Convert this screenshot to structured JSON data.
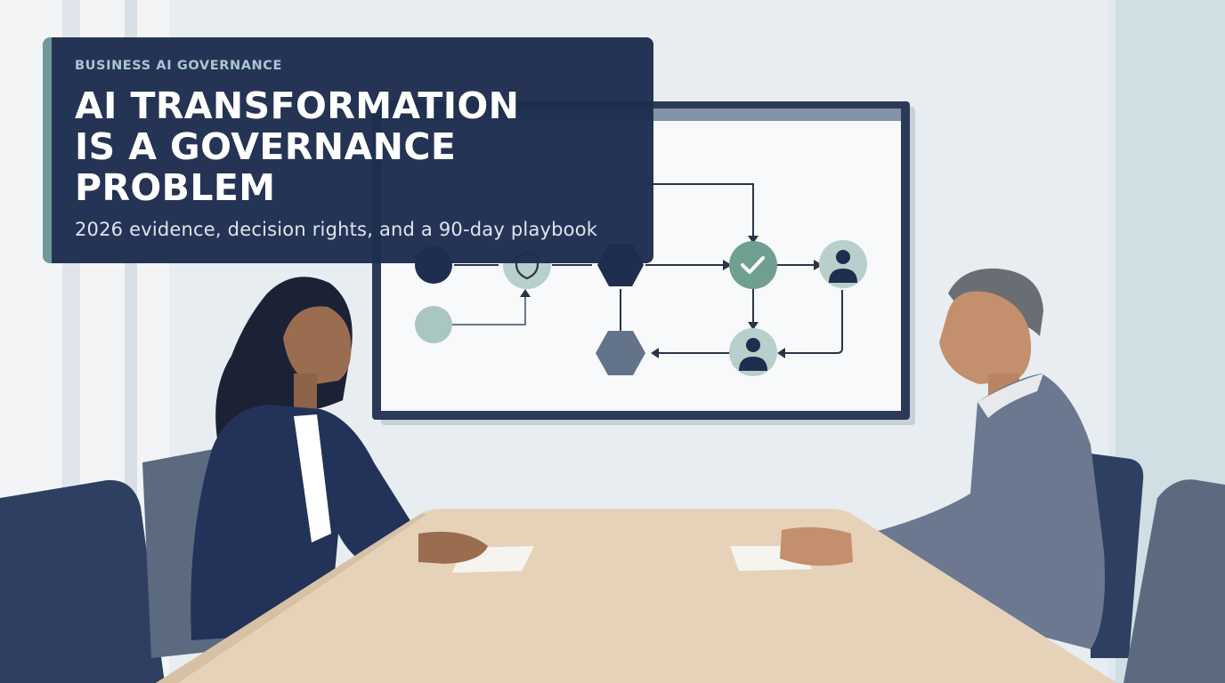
{
  "hero": {
    "eyebrow": "BUSINESS AI GOVERNANCE",
    "headline_lines": [
      "AI TRANSFORMATION",
      "IS A GOVERNANCE",
      "PROBLEM"
    ],
    "subhead": "2026 evidence, decision rights, and a 90-day playbook"
  },
  "illustration": {
    "screen_diagram_nodes": [
      "circle",
      "shield-circle",
      "hexagon",
      "check-circle",
      "person-circle",
      "person-circle",
      "hexagon",
      "circle"
    ],
    "palette": {
      "navy": "#1f2d4e",
      "slate": "#63748a",
      "sage": "#6f989a",
      "table": "#e6d2b8",
      "wall": "#e9eef2"
    }
  }
}
